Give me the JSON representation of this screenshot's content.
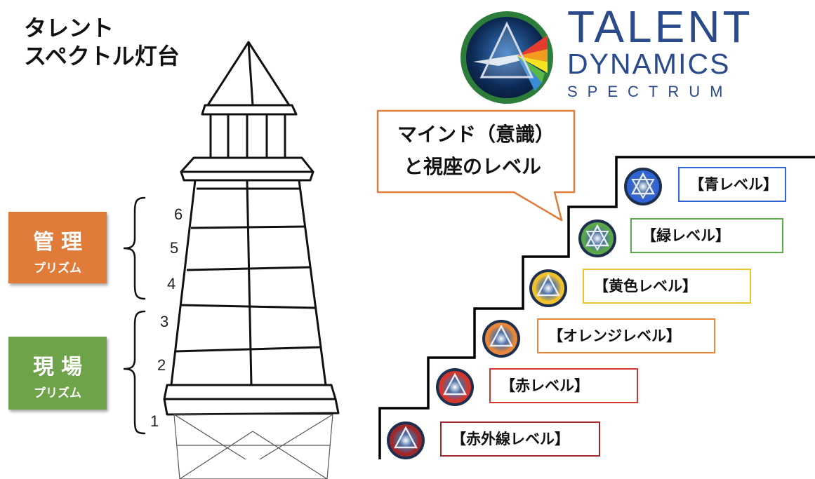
{
  "title": {
    "line1": "タレント",
    "line2": "スペクトル灯台"
  },
  "brand": {
    "line1": "TALENT",
    "line2": "DYNAMICS",
    "line3": "SPECTRUM"
  },
  "prisms": {
    "management": {
      "big": "管理",
      "small": "プリズム",
      "color": "#e07b39"
    },
    "field": {
      "big": "現場",
      "small": "プリズム",
      "color": "#6ea34a"
    }
  },
  "floor_numbers": [
    "6",
    "5",
    "4",
    "3",
    "2",
    "1"
  ],
  "callout": {
    "line1": "マインド（意識）",
    "line2": "と視座のレベル",
    "border": "#e07b39"
  },
  "levels": [
    {
      "label": "【青レベル】",
      "color": "#2f63d6"
    },
    {
      "label": "【緑レベル】",
      "color": "#5aa64a"
    },
    {
      "label": "【黄色レベル】",
      "color": "#f2c12e"
    },
    {
      "label": "【オレンジレベル】",
      "color": "#e8873a"
    },
    {
      "label": "【赤レベル】",
      "color": "#d2362e"
    },
    {
      "label": "【赤外線レベル】",
      "color": "#a0282b"
    }
  ],
  "icons": {
    "logo": "prism-spectrum-logo-icon",
    "level": "triangle-star-badge-icon",
    "lighthouse": "lighthouse-illustration"
  }
}
